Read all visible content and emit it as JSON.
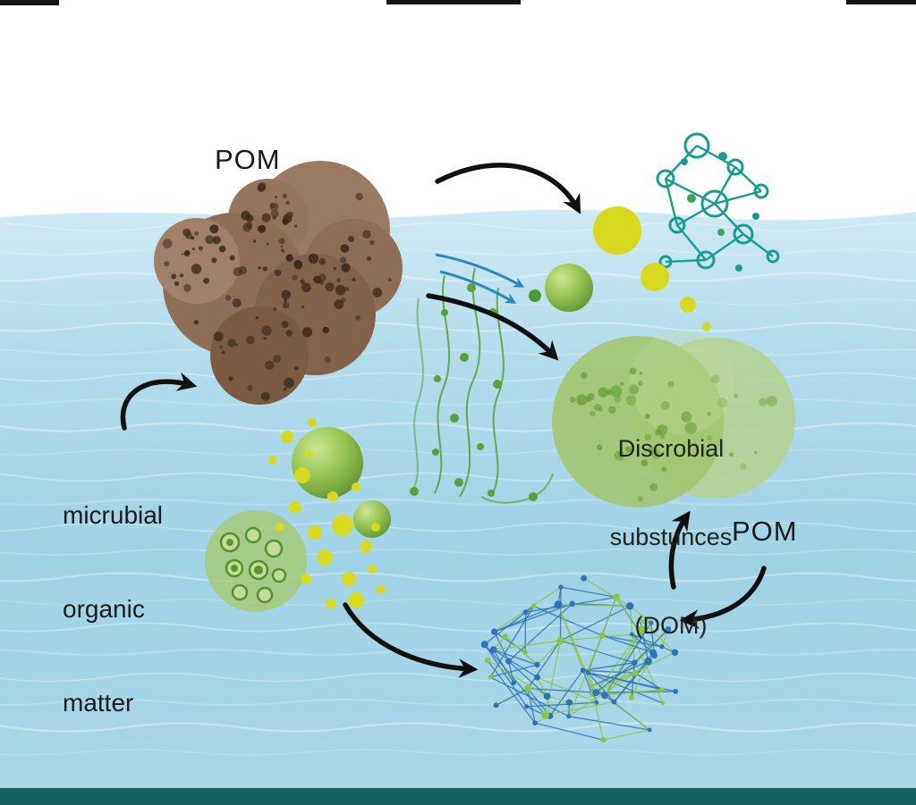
{
  "title": "Aquatic organic matter cycle diagram",
  "labels": {
    "pom_top": "POM",
    "pom_right": "POM",
    "microbial": [
      "micrubial",
      "organic",
      "matter"
    ],
    "dom": [
      "Discrobial",
      "substunces",
      "(DOM)"
    ]
  },
  "colors": {
    "water_top": "#cfe9f4",
    "water_deep": "#a0d2e6",
    "wave_line": "#ffffff",
    "pom_brown": "#8a6952",
    "speckle_dark": "#45301f",
    "speckle_dark2": "#38281a",
    "dom_green": "#a3c572",
    "dom_speckle": "#69a035",
    "sphere_green": "#7fb43f",
    "cell_green": "#a6c973",
    "yellow": "#d6d91d",
    "teal": "#159e8f",
    "network_blue": "#2e74b5",
    "network_green": "#8cc63f",
    "arrow_black": "#101010",
    "arrow_blue": "#2e86c1",
    "stream_green": "#58a23a",
    "bottom_bar": "#136261",
    "top_bar": "#141414"
  }
}
